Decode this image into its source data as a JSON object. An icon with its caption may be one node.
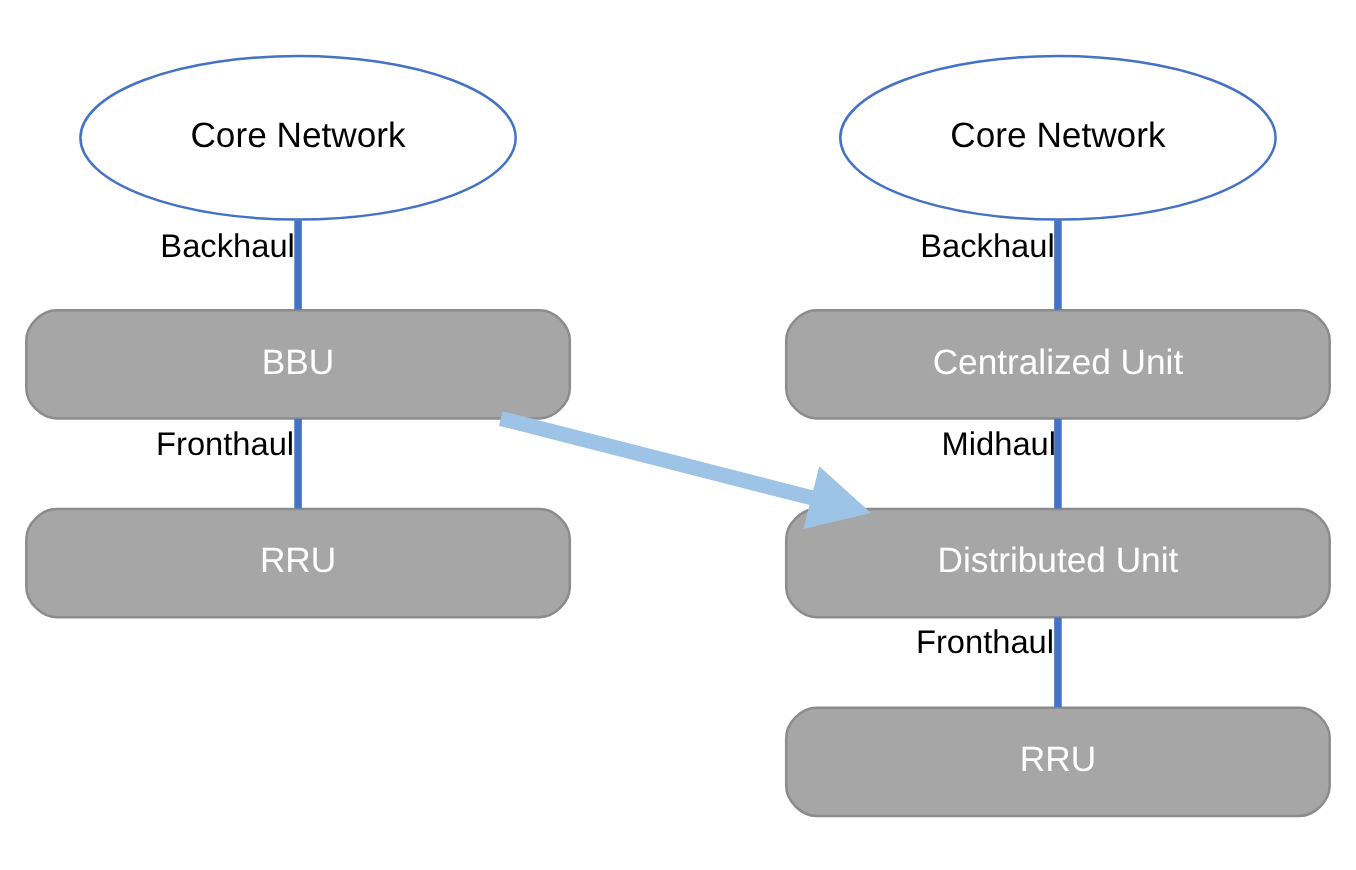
{
  "diagram": {
    "nodes": [
      {
        "text": [
          "Core Network"
        ]
      },
      {
        "text": [
          "BBU"
        ]
      },
      {
        "text": [
          "RRU"
        ]
      },
      {
        "text": [
          "Core Network"
        ]
      },
      {
        "text": [
          "Centralized Unit"
        ]
      },
      {
        "text": [
          "Distributed Unit"
        ]
      },
      {
        "text": [
          "RRU"
        ]
      }
    ],
    "edges": [
      {
        "from": 0,
        "to": 1,
        "arrow": "none",
        "label": "Backhaul"
      },
      {
        "from": 1,
        "to": 2,
        "arrow": "none",
        "label": "Fronthaul"
      },
      {
        "from": 1,
        "to": 5,
        "arrow": "to",
        "style": "thick",
        "color": "#9dc3e6"
      },
      {
        "from": 3,
        "to": 4,
        "arrow": "none",
        "label": "Backhaul"
      },
      {
        "from": 4,
        "to": 5,
        "arrow": "none",
        "label": "Midhaul"
      },
      {
        "from": 5,
        "to": 6,
        "arrow": "none",
        "label": "Fronthaul"
      }
    ]
  }
}
